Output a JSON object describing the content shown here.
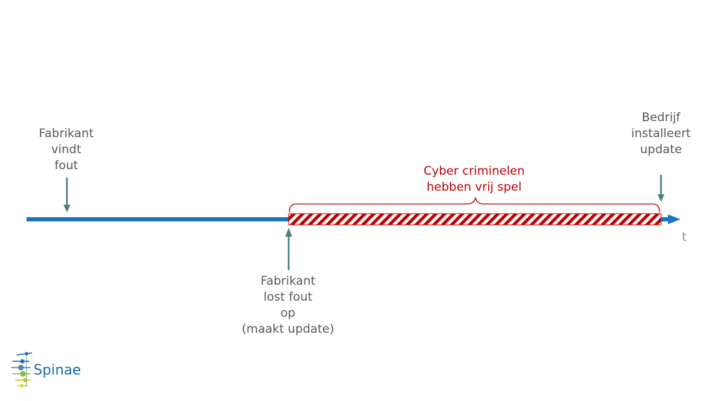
{
  "labels": {
    "manufacturer_finds_bug": "Fabrikant\nvindt\nfout",
    "company_installs_update": "Bedrijf\ninstalleert\nupdate",
    "manufacturer_fixes_bug": "Fabrikant\nlost fout\nop\n(maakt update)",
    "criminals_free_play": "Cyber criminelen\nhebben vrij spel",
    "time_axis": "t"
  },
  "logo": {
    "name": "Spinae"
  },
  "colors": {
    "timeline": "#1a73c4",
    "arrow": "#4d8080",
    "danger": "#c00000",
    "text": "#595959",
    "logo_blue": "#1a6bb0",
    "logo_green": "#8ab83c",
    "logo_yellow": "#d6d62a"
  }
}
